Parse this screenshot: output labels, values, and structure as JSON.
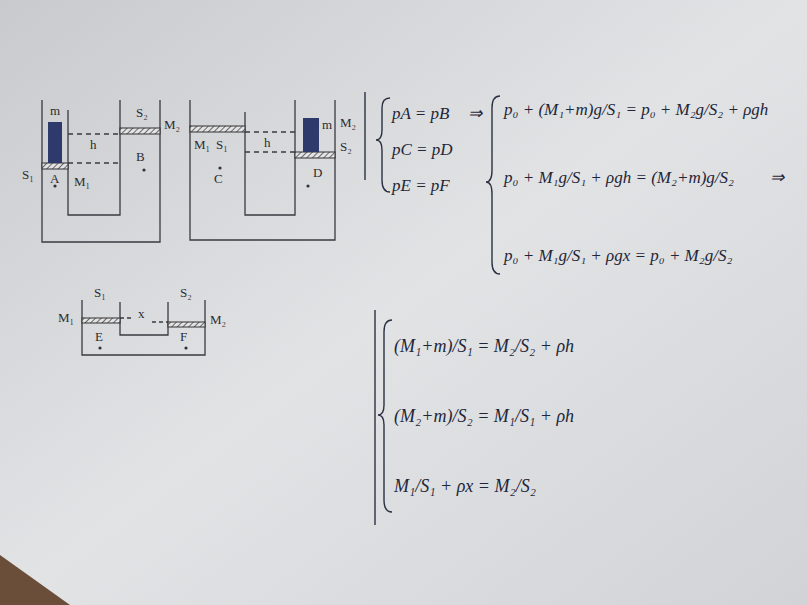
{
  "diagram": {
    "labels": [
      "m",
      "h",
      "S₁",
      "A",
      "M₁",
      "B",
      "S₂",
      "M₂",
      "M₁",
      "S₁",
      "C",
      "h",
      "m",
      "D",
      "M₂",
      "S₂",
      "M₁",
      "S₁",
      "x",
      "S₂",
      "M₂",
      "E",
      "F",
      "pA = pB",
      "pC = pD",
      "pE = pF",
      "⇒",
      "p₀ + (M₁+m)g/S₁ = p₀ + M₂g/S₂ + ρgh",
      "p₀ + M₁g/S₁ + ρgh = (M₂+m)g/S₂",
      "⇒",
      "p₀ + M₁g/S₁ + ρgx = p₀ + M₂g/S₂",
      "(M₁+m)/S₁ = M₂/S₂ + ρh",
      "(M₂+m)/S₂ = M₁/S₁ + ρh",
      "M₁/S₁ + ρx = M₂/S₂"
    ]
  }
}
